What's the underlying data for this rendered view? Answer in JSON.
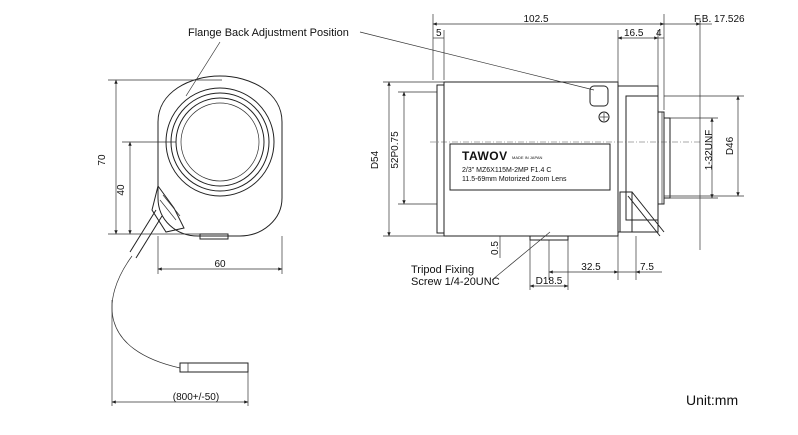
{
  "annotations": {
    "flange_position": "Flange Back Adjustment Position",
    "tripod_line1": "Tripod Fixing",
    "tripod_line2": "Screw 1/4-20UNC",
    "unit": "Unit:mm"
  },
  "front_view": {
    "dim_height": "70",
    "dim_inner_height": "40",
    "dim_width": "60",
    "dim_cable": "(800+/-50)"
  },
  "side_view": {
    "dim_total_length": "102.5",
    "dim_flange_back": "F.B. 17.526",
    "dim_front_offset": "5",
    "dim_rear_section": "16.5",
    "dim_mount_length": "4",
    "dim_body_diameter": "D54",
    "dim_front_diameter": "52P0.75",
    "dim_mount_thread": "1-32UNF",
    "dim_mount_diameter": "D46",
    "dim_tripod_offset": "0.5",
    "dim_tripod_position": "32.5",
    "dim_rear_offset": "7.5",
    "dim_tripod_diameter": "D18.5"
  },
  "label_plate": {
    "brand": "TAWOV",
    "made_in": "MADE IN JAPAN",
    "model": "2/3\" MZ6X115M-2MP F1.4 C",
    "description": "11.5-69mm Motorized Zoom Lens"
  }
}
